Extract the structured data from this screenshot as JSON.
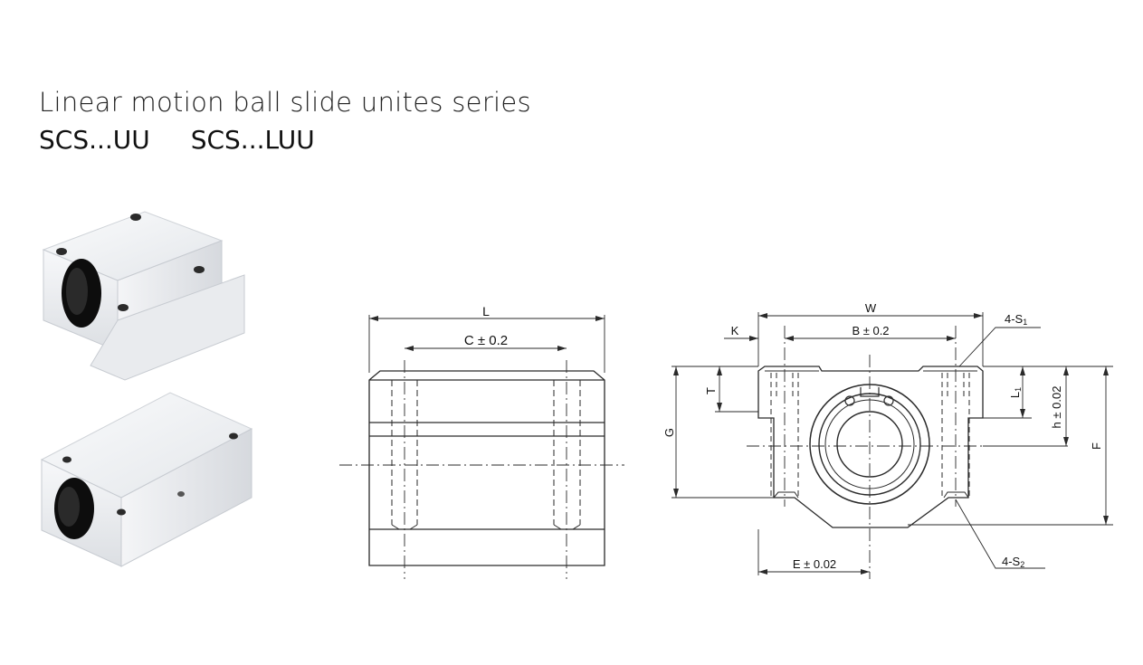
{
  "header": {
    "title": "Linear motion ball  slide unites series",
    "model_short": "SCS...UU",
    "model_long": "SCS...LUU"
  },
  "side_view": {
    "dims": {
      "length": "L",
      "hole_pitch": "C ± 0.2"
    }
  },
  "front_view": {
    "dims": {
      "width": "W",
      "side_offset": "K",
      "bolt_pitch": "B ± 0.2",
      "mount_holes_top": "4-S",
      "mount_holes_top_sub": "1",
      "mount_holes_bottom": "4-S",
      "mount_holes_bottom_sub": "2",
      "thickness": "T",
      "flange_height": "G",
      "lip_height": "L",
      "lip_height_sub": "1",
      "center_height": "h ± 0.02",
      "total_height": "F",
      "center_offset": "E ± 0.02"
    }
  },
  "colors": {
    "line": "#2a2a2a",
    "aluminum": "#eef0f3",
    "bore": "#0d0d0d"
  }
}
